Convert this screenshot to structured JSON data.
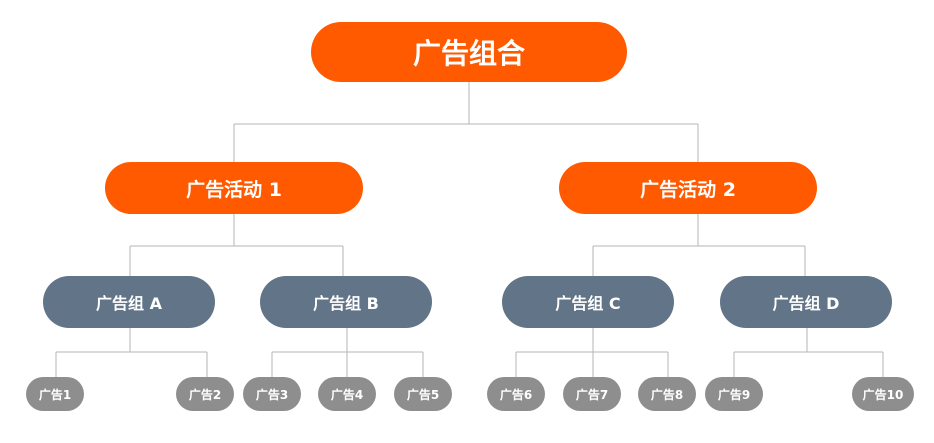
{
  "root": {
    "label": "广告组合"
  },
  "campaigns": [
    {
      "label": "广告活动 1"
    },
    {
      "label": "广告活动 2"
    }
  ],
  "ad_groups": [
    {
      "label": "广告组 A"
    },
    {
      "label": "广告组 B"
    },
    {
      "label": "广告组 C"
    },
    {
      "label": "广告组 D"
    }
  ],
  "ads": [
    {
      "label": "广告1"
    },
    {
      "label": "广告2"
    },
    {
      "label": "广告3"
    },
    {
      "label": "广告4"
    },
    {
      "label": "广告5"
    },
    {
      "label": "广告6"
    },
    {
      "label": "广告7"
    },
    {
      "label": "广告8"
    },
    {
      "label": "广告9"
    },
    {
      "label": "广告10"
    }
  ],
  "colors": {
    "root_and_campaign": "#ff5a00",
    "ad_group": "#627487",
    "ad": "#8e8e8e",
    "connector": "#b5b5b5"
  }
}
